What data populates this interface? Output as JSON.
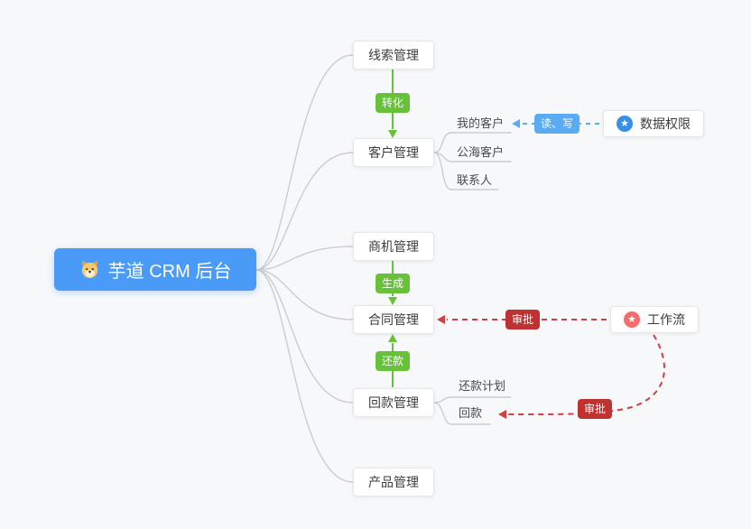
{
  "root": {
    "label": "芋道 CRM 后台",
    "icon": "dog-icon"
  },
  "branches": [
    {
      "label": "线索管理"
    },
    {
      "label": "客户管理",
      "children": [
        "我的客户",
        "公海客户",
        "联系人"
      ]
    },
    {
      "label": "商机管理"
    },
    {
      "label": "合同管理"
    },
    {
      "label": "回款管理",
      "children": [
        "还款计划",
        "回款"
      ]
    },
    {
      "label": "产品管理"
    }
  ],
  "side_nodes": [
    {
      "label": "数据权限",
      "icon": "star-icon",
      "icon_color": "#3a8ee6"
    },
    {
      "label": "工作流",
      "icon": "star-icon",
      "icon_color": "#f56c6c"
    }
  ],
  "edge_labels": {
    "convert": "转化",
    "generate": "生成",
    "repay": "还款",
    "read_write": "读、写",
    "approve_contract": "审批",
    "approve_receipt": "审批"
  },
  "colors": {
    "bg": "#f7f8fa",
    "root_bg": "#4a9bf7",
    "green": "#67c23a",
    "blue": "#5aabf2",
    "red_badge": "#bf3232",
    "red_line": "#d04040",
    "gray_line": "#c9ccd1",
    "node_text": "#3c3c3c"
  }
}
